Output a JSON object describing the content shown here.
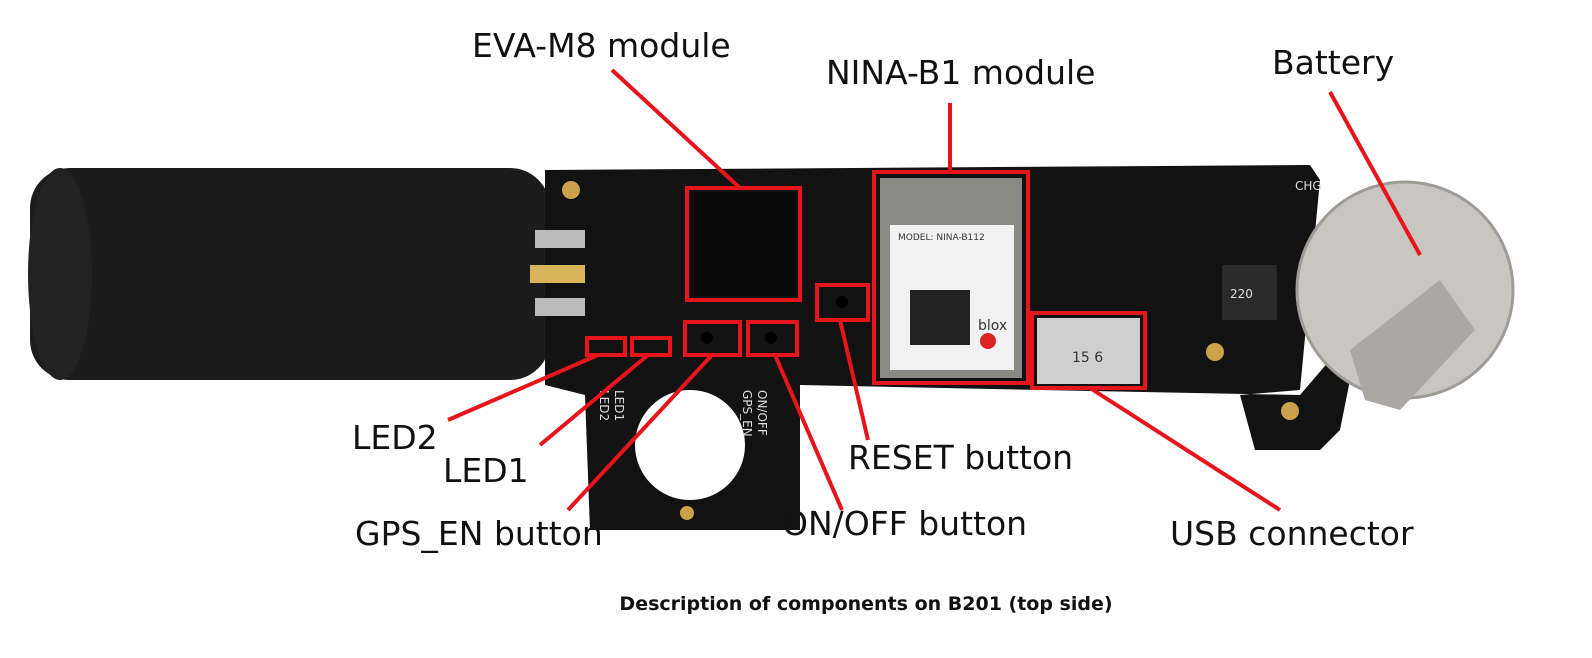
{
  "labels": {
    "eva": "EVA-M8 module",
    "nina": "NINA-B1 module",
    "battery": "Battery",
    "led2": "LED2",
    "led1": "LED1",
    "gps_en": "GPS_EN button",
    "on_off": "ON/OFF button",
    "reset": "RESET button",
    "usb": "USB connector"
  },
  "silkscreen": {
    "led2": "LED2",
    "led1": "LED1",
    "gps_en": "GPS_EN",
    "on_off": "ON/OFF",
    "chg": "CHG",
    "module_model": "MODEL: NINA-B112",
    "module_brand": "blox",
    "inductor": "220",
    "usb_mark": "15 6"
  },
  "caption": "Description of components on B201 (top side)",
  "colors": {
    "highlight": "#e8141b",
    "pcb": "#111111"
  }
}
